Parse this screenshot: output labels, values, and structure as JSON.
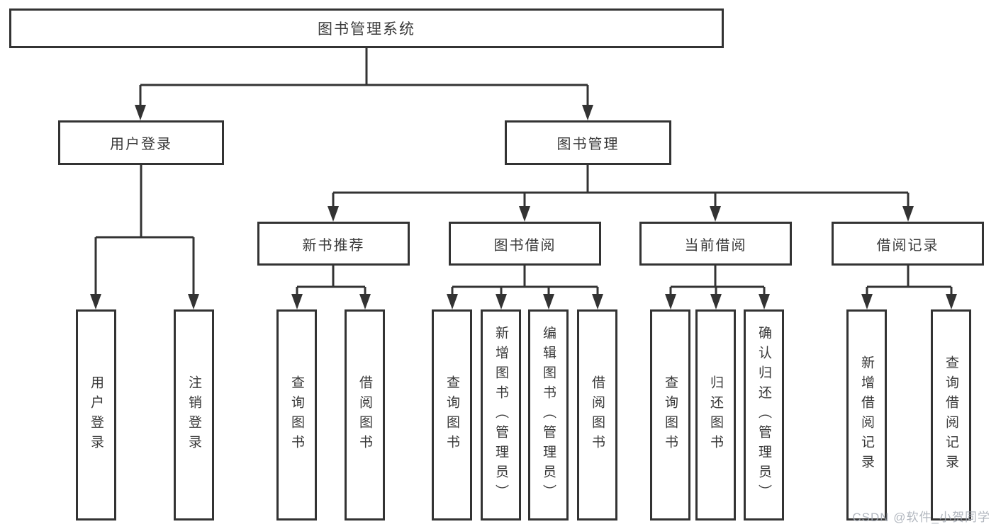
{
  "diagram_title": "图书管理系统",
  "colors": {
    "line": "#333333",
    "box_border": "#333333",
    "box_fill": "#ffffff",
    "text": "#3a3a3a",
    "watermark": "#a5aab4"
  },
  "tree": {
    "root": {
      "label": "图书管理系统",
      "children": [
        {
          "label": "用户登录",
          "children": [
            {
              "label": "用户登录"
            },
            {
              "label": "注销登录"
            }
          ]
        },
        {
          "label": "图书管理",
          "children": [
            {
              "label": "新书推荐",
              "children": [
                {
                  "label": "查询图书"
                },
                {
                  "label": "借阅图书"
                }
              ]
            },
            {
              "label": "图书借阅",
              "children": [
                {
                  "label": "查询图书"
                },
                {
                  "label": "新增图书（管理员）"
                },
                {
                  "label": "编辑图书（管理员）"
                },
                {
                  "label": "借阅图书"
                }
              ]
            },
            {
              "label": "当前借阅",
              "children": [
                {
                  "label": "查询图书"
                },
                {
                  "label": "归还图书"
                },
                {
                  "label": "确认归还（管理员）"
                }
              ]
            },
            {
              "label": "借阅记录",
              "children": [
                {
                  "label": "新增借阅记录"
                },
                {
                  "label": "查询借阅记录"
                }
              ]
            }
          ]
        }
      ]
    }
  },
  "watermark": {
    "text": "CSDN @软件_小贺同学"
  }
}
